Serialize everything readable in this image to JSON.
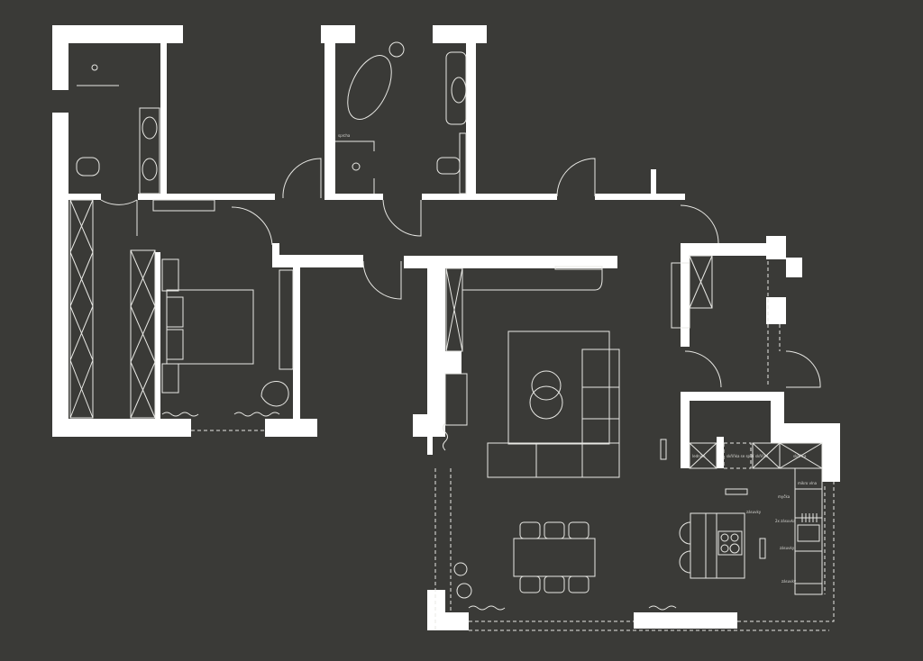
{
  "plan": {
    "title": "Apartment floor plan",
    "colors": {
      "background": "#3a3a37",
      "walls": "#ffffff",
      "lines": "#e8e8e4"
    },
    "labels": {
      "bath_shower": "sprcha",
      "kitchen_cab1": "lednice",
      "kitchen_cab2": "skříňka se spíží",
      "kitchen_cab3": "skříňka",
      "kitchen_cab4": "skříňka",
      "kitchen_mikro": "mikro vlna",
      "kitchen_dish": "myčka",
      "kitchen_sink": "2x zásuvka",
      "kitchen_drawer1": "zásuvky",
      "kitchen_drawer2": "zásuvky",
      "island_drawer": "zásuvky"
    }
  }
}
